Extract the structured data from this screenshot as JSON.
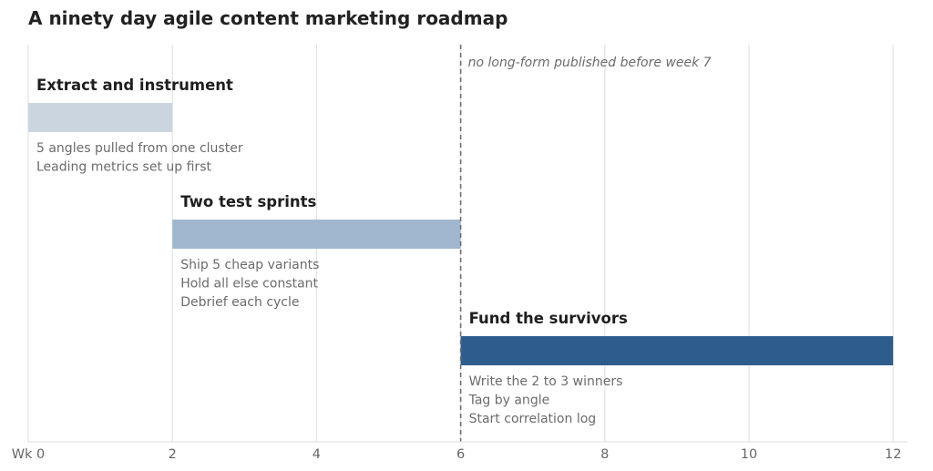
{
  "chart_data": {
    "type": "gantt",
    "title": "A ninety day agile content marketing roadmap",
    "xlabel": "",
    "ylabel": "",
    "xlim": [
      0,
      12.2
    ],
    "x_ticks": [
      {
        "value": 0,
        "label": "Wk 0"
      },
      {
        "value": 2,
        "label": "2"
      },
      {
        "value": 4,
        "label": "4"
      },
      {
        "value": 6,
        "label": "6"
      },
      {
        "value": 8,
        "label": "8"
      },
      {
        "value": 10,
        "label": "10"
      },
      {
        "value": 12,
        "label": "12"
      }
    ],
    "grid": true,
    "phases": [
      {
        "label": "Extract and instrument",
        "start": 0,
        "end": 2,
        "color": "#cbd5e0",
        "notes": [
          "5 angles pulled from one cluster",
          "Leading metrics set up first"
        ]
      },
      {
        "label": "Two test sprints",
        "start": 2,
        "end": 6,
        "color": "#a0b7cf",
        "notes": [
          "Ship 5 cheap variants",
          "Hold all else constant",
          "Debrief each cycle"
        ]
      },
      {
        "label": "Fund the survivors",
        "start": 6,
        "end": 12,
        "color": "#2e5d8c",
        "notes": [
          "Write the 2 to 3 winners",
          "Tag by angle",
          "Start correlation log"
        ]
      }
    ],
    "reference_line": {
      "x": 6,
      "label": "no long-form published before week 7",
      "style": "dashed"
    }
  }
}
